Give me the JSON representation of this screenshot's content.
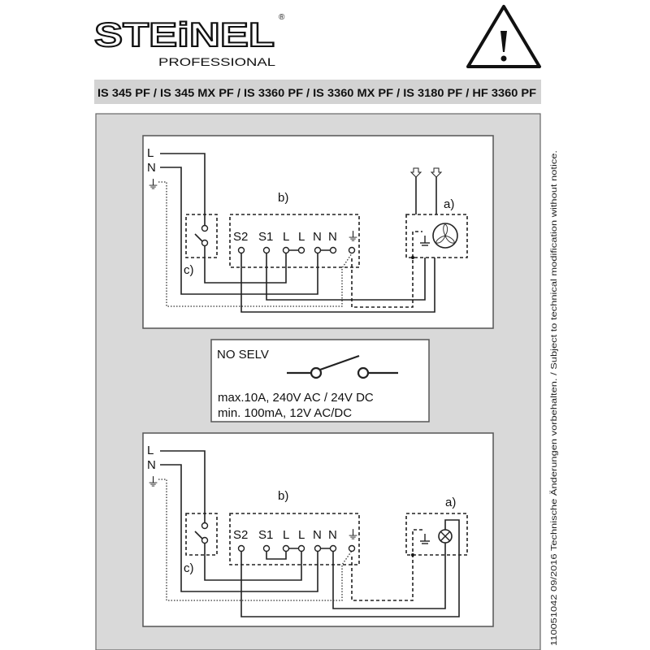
{
  "header": {
    "brand": "STEiNEL",
    "registered": "®",
    "brand_sub": "PROFESSIONAL",
    "warning_icon": "warning-triangle-icon",
    "models": "IS 345 PF / IS 345 MX PF / IS 3360 PF / IS 3360 MX PF / IS 3180 PF / HF 3360 PF"
  },
  "diagram_fan": {
    "mains": [
      "L",
      "N",
      "⏚"
    ],
    "terminal_block_label": "b)",
    "terminals": [
      "S2",
      "S1",
      "L",
      "L",
      "N",
      "N",
      "⏚"
    ],
    "load_label": "a)",
    "switch_label": "c)",
    "load_icon": "fan-icon"
  },
  "relay_info": {
    "title": "NO SELV",
    "max": "max.10A, 240V AC / 24V DC",
    "min": "min. 100mA, 12V AC/DC"
  },
  "diagram_lamp": {
    "mains": [
      "L",
      "N",
      "⏚"
    ],
    "terminal_block_label": "b)",
    "terminals": [
      "S2",
      "S1",
      "L",
      "L",
      "N",
      "N",
      "⏚"
    ],
    "load_label": "a)",
    "switch_label": "c)",
    "load_icon": "lamp-icon"
  },
  "footer_vertical": "110051042 09/2016  Technische Änderungen vorbehalten. / Subject to technical modification without notice."
}
